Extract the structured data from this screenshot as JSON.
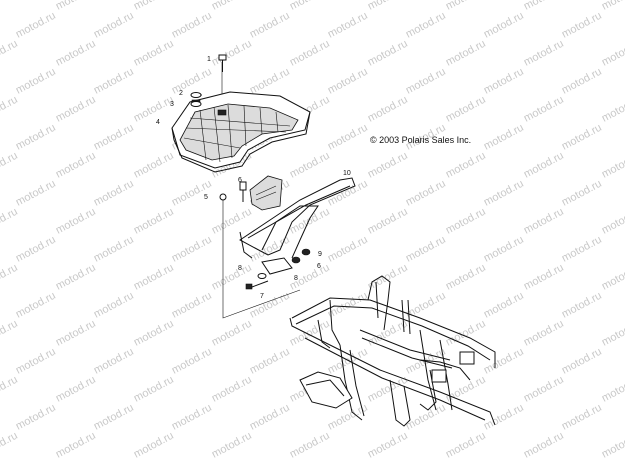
{
  "copyright": "© 2003 Polaris Sales Inc.",
  "watermark_text": "motod.ru",
  "callouts": [
    "1",
    "2",
    "3",
    "4",
    "5",
    "6",
    "7",
    "8",
    "9",
    "10",
    "6",
    "8"
  ]
}
